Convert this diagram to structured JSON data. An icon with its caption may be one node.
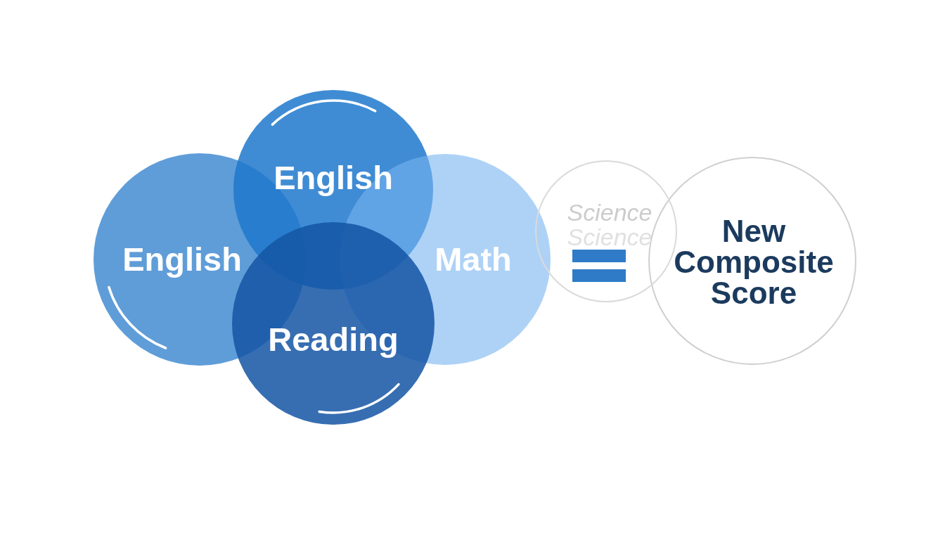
{
  "diagram": {
    "nodes": [
      {
        "text": [
          "English"
        ]
      },
      {
        "text": [
          "English"
        ]
      },
      {
        "text": [
          "Reading"
        ]
      },
      {
        "text": [
          "Math"
        ]
      },
      {
        "text": [
          "Science",
          "Science"
        ]
      },
      {
        "text": [
          "New Composite Score"
        ]
      }
    ]
  }
}
